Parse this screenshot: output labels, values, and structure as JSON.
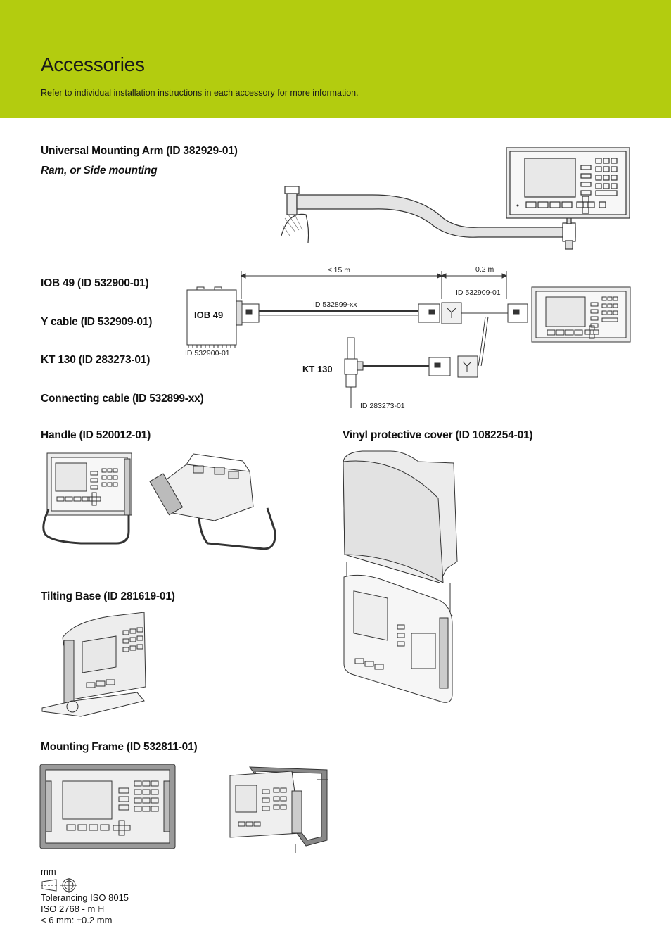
{
  "header": {
    "title": "Accessories",
    "subtitle": "Refer to individual installation instructions in each accessory for more information."
  },
  "sections": {
    "mounting_arm": {
      "title": "Universal Mounting Arm (ID 382929-01)",
      "subtitle": "Ram, or Side mounting"
    },
    "iob49": {
      "title": "IOB 49 (ID 532900-01)"
    },
    "y_cable": {
      "title": "Y cable (ID 532909-01)"
    },
    "kt130": {
      "title": "KT 130 (ID 283273-01)"
    },
    "connecting_cable": {
      "title": "Connecting cable (ID 532899-xx)"
    },
    "handle": {
      "title": "Handle (ID 520012-01)"
    },
    "vinyl_cover": {
      "title": "Vinyl protective cover (ID 1082254-01)"
    },
    "tilting_base": {
      "title": "Tilting Base (ID 281619-01)"
    },
    "mounting_frame": {
      "title": "Mounting Frame (ID 532811-01)"
    }
  },
  "diagram": {
    "dim_cable": "≤ 15 m",
    "dim_ycable": "0.2 m",
    "iob_label": "IOB 49",
    "iob_id": "ID 532900-01",
    "cable_id": "ID 532899-xx",
    "ycable_id": "ID 532909-01",
    "kt_label": "KT 130",
    "kt_id": "ID 283273-01"
  },
  "tolerance": {
    "unit": "mm",
    "line1": "Tolerancing ISO 8015",
    "line2_prefix": "ISO 2768 - m",
    "line2_suffix": "H",
    "line3": "< 6 mm: ±0.2 mm"
  }
}
